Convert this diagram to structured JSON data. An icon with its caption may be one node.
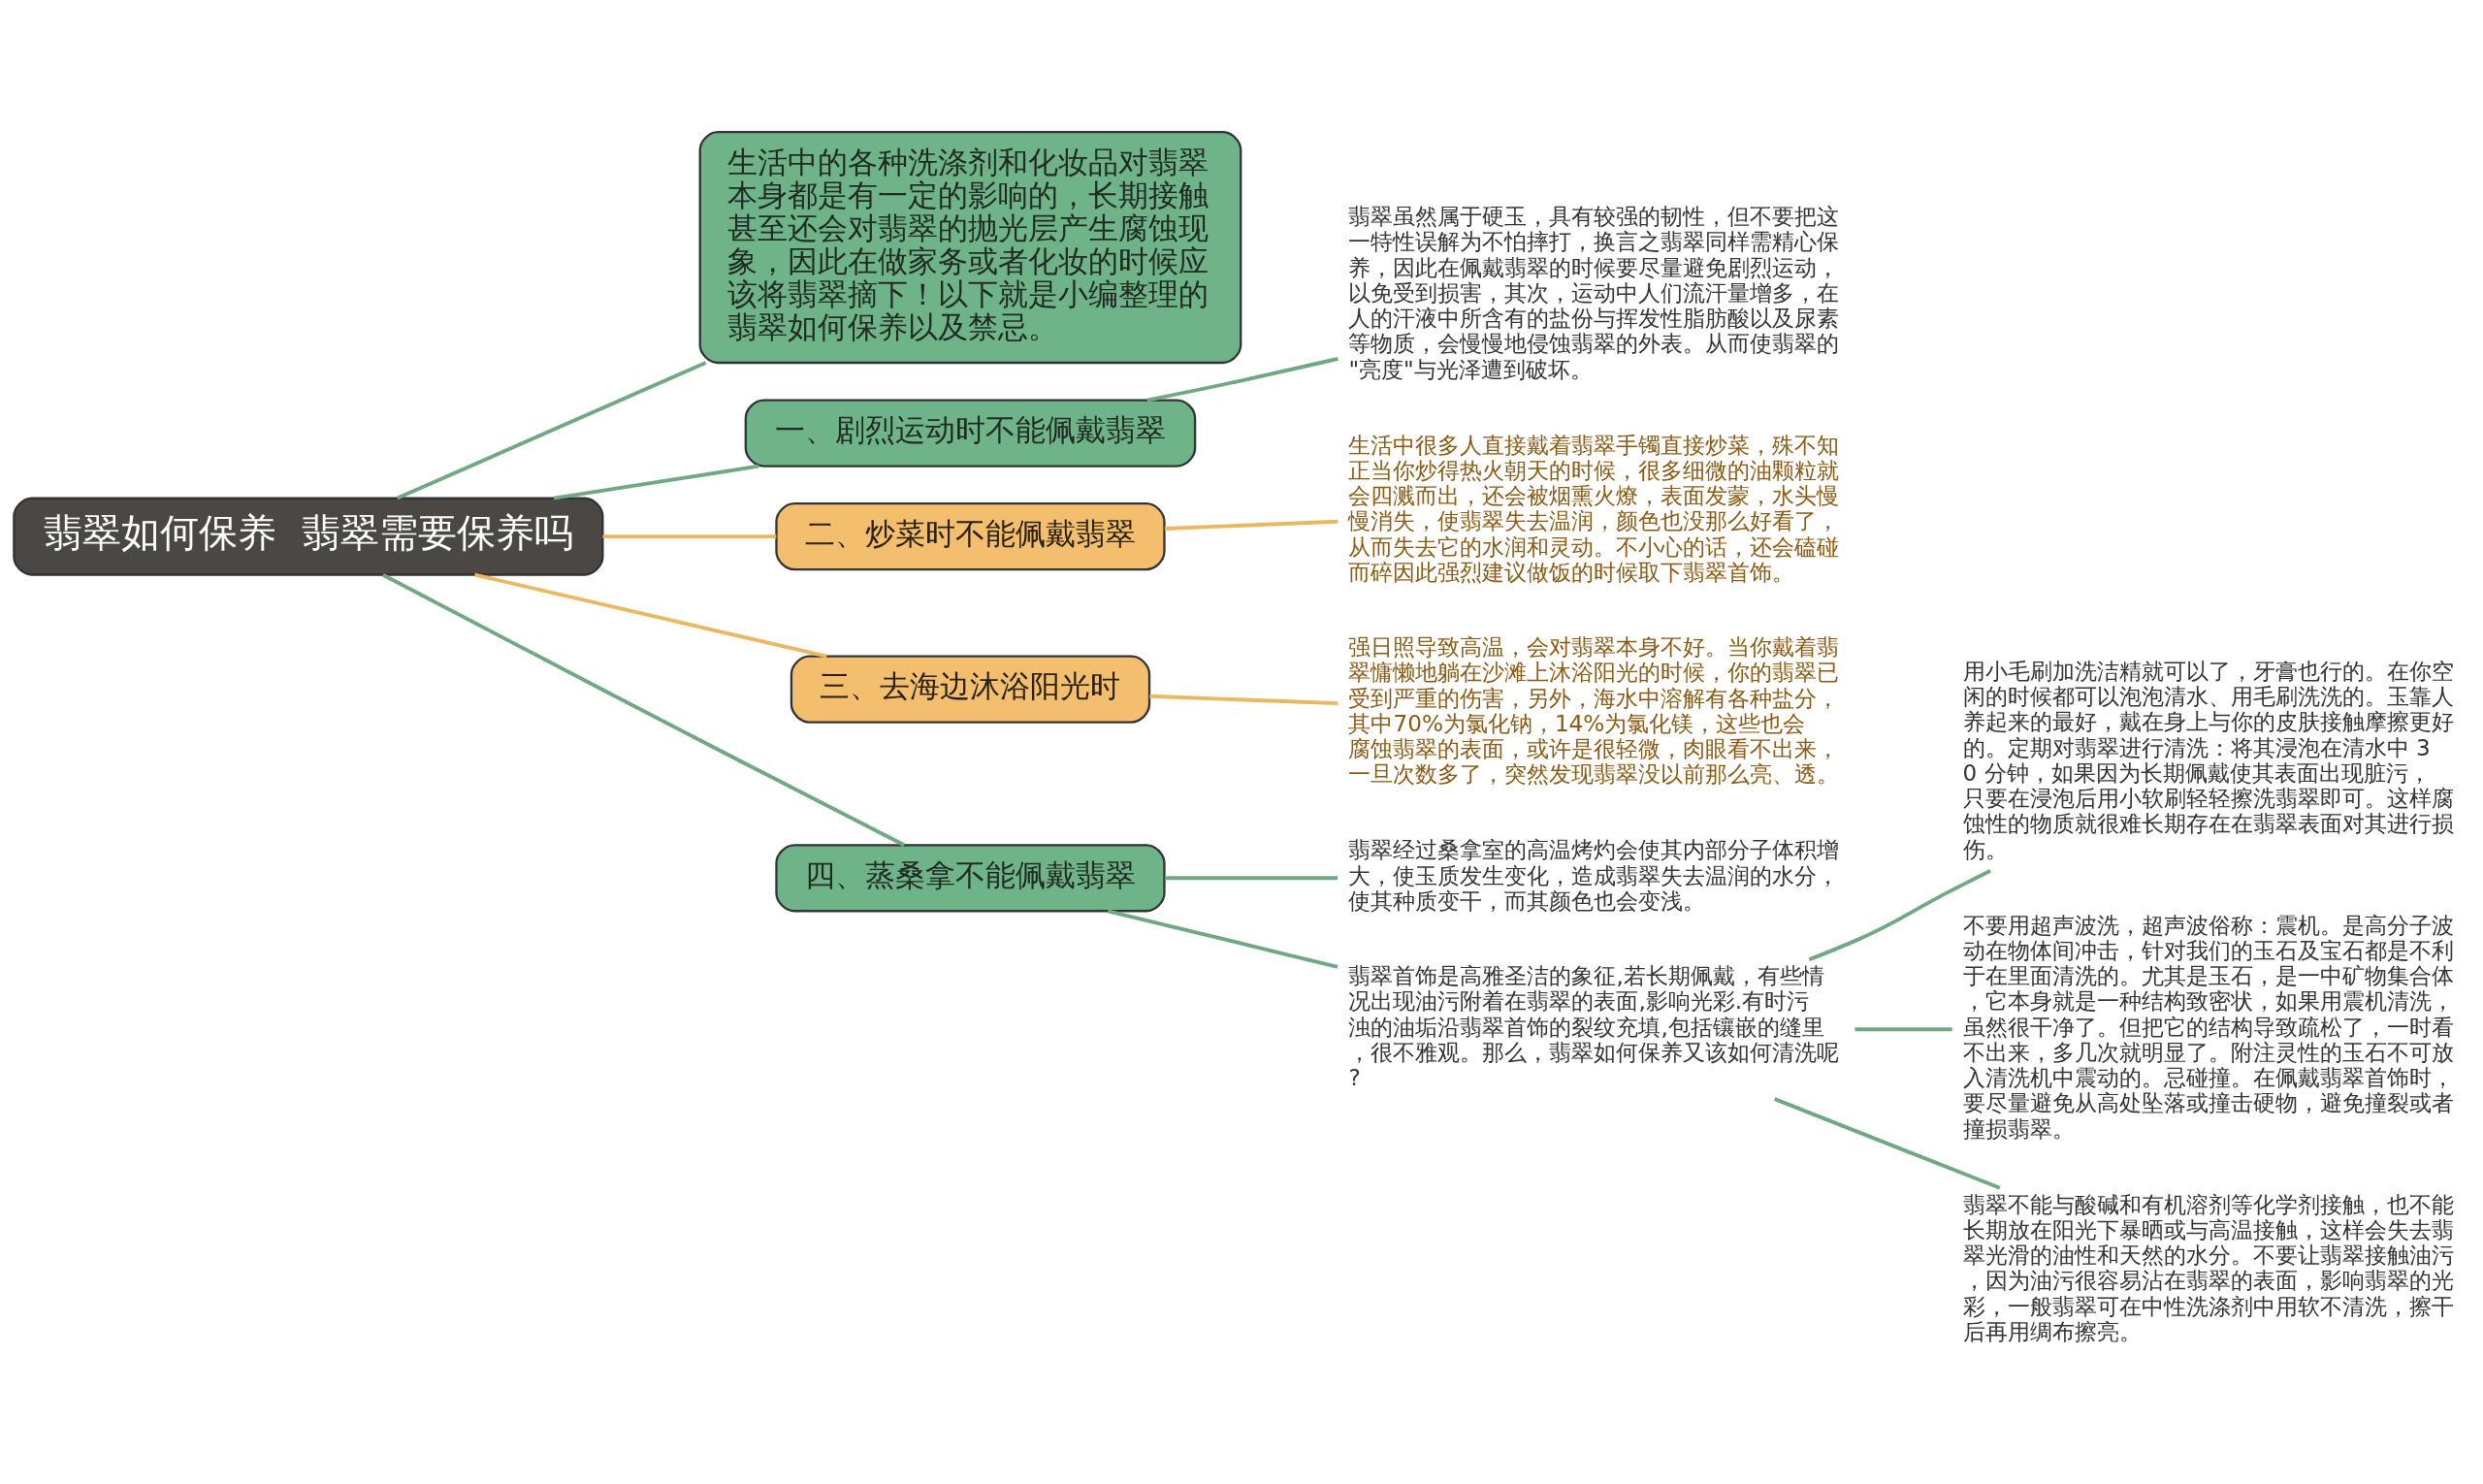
{
  "diagram": {
    "nodes": [
      {
        "text": [
          "翡翠如何保养  翡翠需要保养吗"
        ]
      },
      {
        "text": [
          "生活中的各种洗涤剂和化妆品对翡翠本身都是有一定的影响的，长期接触甚至还会对翡翠的抛光层产生腐蚀现象，因此在做家务或者化妆的时候应该将翡翠摘下！以下就是小编整理的翡翠如何保养以及禁忌。"
        ]
      },
      {
        "text": [
          "一、剧烈运动时不能佩戴翡翠"
        ]
      },
      {
        "text": [
          "翡翠虽然属于硬玉，具有较强的韧性，但不要把这一特性误解为不怕摔打，换言之翡翠同样需精心保养，因此在佩戴翡翠的时候要尽量避免剧烈运动，以免受到损害，其次，运动中人们流汗量增多，在人的汗液中所含有的盐份与挥发性脂肪酸以及尿素等物质，会慢慢地侵蚀翡翠的外表。从而使翡翠的\"亮度\"与光泽遭到破坏。"
        ]
      },
      {
        "text": [
          "二、炒菜时不能佩戴翡翠"
        ]
      },
      {
        "text": [
          "生活中很多人直接戴着翡翠手镯直接炒菜，殊不知正当你炒得热火朝天的时候，很多细微的油颗粒就会四溅而出，还会被烟熏火燎，表面发蒙，水头慢慢消失，使翡翠失去温润，颜色也没那么好看了，从而失去它的水润和灵动。不小心的话，还会磕碰而碎因此强烈建议做饭的时候取下翡翠首饰。"
        ]
      },
      {
        "text": [
          "三、去海边沐浴阳光时"
        ]
      },
      {
        "text": [
          "强日照导致高温，会对翡翠本身不好。当你戴着翡翠慵懒地躺在沙滩上沐浴阳光的时候，你的翡翠已受到严重的伤害，另外，海水中溶解有各种盐分，其中70%为氯化钠，14%为氯化镁，这些也会腐蚀翡翠的表面，或许是很轻微，肉眼看不出来，一旦次数多了，突然发现翡翠没以前那么亮、透。"
        ]
      },
      {
        "text": [
          "四、蒸桑拿不能佩戴翡翠"
        ]
      },
      {
        "text": [
          "翡翠经过桑拿室的高温烤灼会使其内部分子体积增大，使玉质发生变化，造成翡翠失去温润的水分，使其种质变干，而其颜色也会变浅。"
        ]
      },
      {
        "text": [
          "翡翠首饰是高雅圣洁的象征,若长期佩戴，有些情况出现油污附着在翡翠的表面,影响光彩.有时污浊的油垢沿翡翠首饰的裂纹充填,包括镶嵌的缝里，很不雅观。那么，翡翠如何保养又该如何清洗呢?"
        ]
      },
      {
        "text": [
          "用小毛刷加洗洁精就可以了，牙膏也行的。在你空闲的时候都可以泡泡清水、用毛刷洗洗的。玉靠人养起来的最好，戴在身上与你的皮肤接触摩擦更好的。定期对翡翠进行清洗：将其浸泡在清水中 30 分钟，如果因为长期佩戴使其表面出现脏污，只要在浸泡后用小软刷轻轻擦洗翡翠即可。这样腐蚀性的物质就很难长期存在在翡翠表面对其进行损伤。"
        ]
      },
      {
        "text": [
          "不要用超声波洗，超声波俗称：震机。是高分子波动在物体间冲击，针对我们的玉石及宝石都是不利于在里面清洗的。尤其是玉石，是一中矿物集合体，它本身就是一种结构致密状，如果用震机清洗，虽然很干净了。但把它的结构导致疏松了，一时看不出来，多几次就明显了。附注灵性的玉石不可放入清洗机中震动的。忌碰撞。在佩戴翡翠首饰时，要尽量避免从高处坠落或撞击硬物，避免撞裂或者撞损翡翠。"
        ]
      },
      {
        "text": [
          "翡翠不能与酸碱和有机溶剂等化学剂接触，也不能长期放在阳光下暴晒或与高温接触，这样会失去翡翠光滑的油性和天然的水分。不要让翡翠接触油污，因为油污很容易沾在翡翠的表面，影响翡翠的光彩，一般翡翠可在中性洗涤剂中用软不清洗，擦干后再用绸布擦亮。"
        ]
      }
    ],
    "edges": [
      {
        "from": 0,
        "to": 1,
        "arrow": "none"
      },
      {
        "from": 0,
        "to": 2,
        "arrow": "none"
      },
      {
        "from": 2,
        "to": 3,
        "arrow": "none"
      },
      {
        "from": 0,
        "to": 4,
        "arrow": "none",
        "color": "#ebb862"
      },
      {
        "from": 4,
        "to": 5,
        "arrow": "none",
        "color": "#ebb862"
      },
      {
        "from": 0,
        "to": 6,
        "arrow": "none",
        "color": "#ebb862"
      },
      {
        "from": 6,
        "to": 7,
        "arrow": "none",
        "color": "#ebb862"
      },
      {
        "from": 0,
        "to": 8,
        "arrow": "none"
      },
      {
        "from": 8,
        "to": 9,
        "arrow": "none"
      },
      {
        "from": 8,
        "to": 10,
        "arrow": "none"
      },
      {
        "from": 10,
        "to": 11,
        "arrow": "none"
      },
      {
        "from": 10,
        "to": 12,
        "arrow": "none"
      },
      {
        "from": 10,
        "to": 13,
        "arrow": "none"
      }
    ]
  }
}
